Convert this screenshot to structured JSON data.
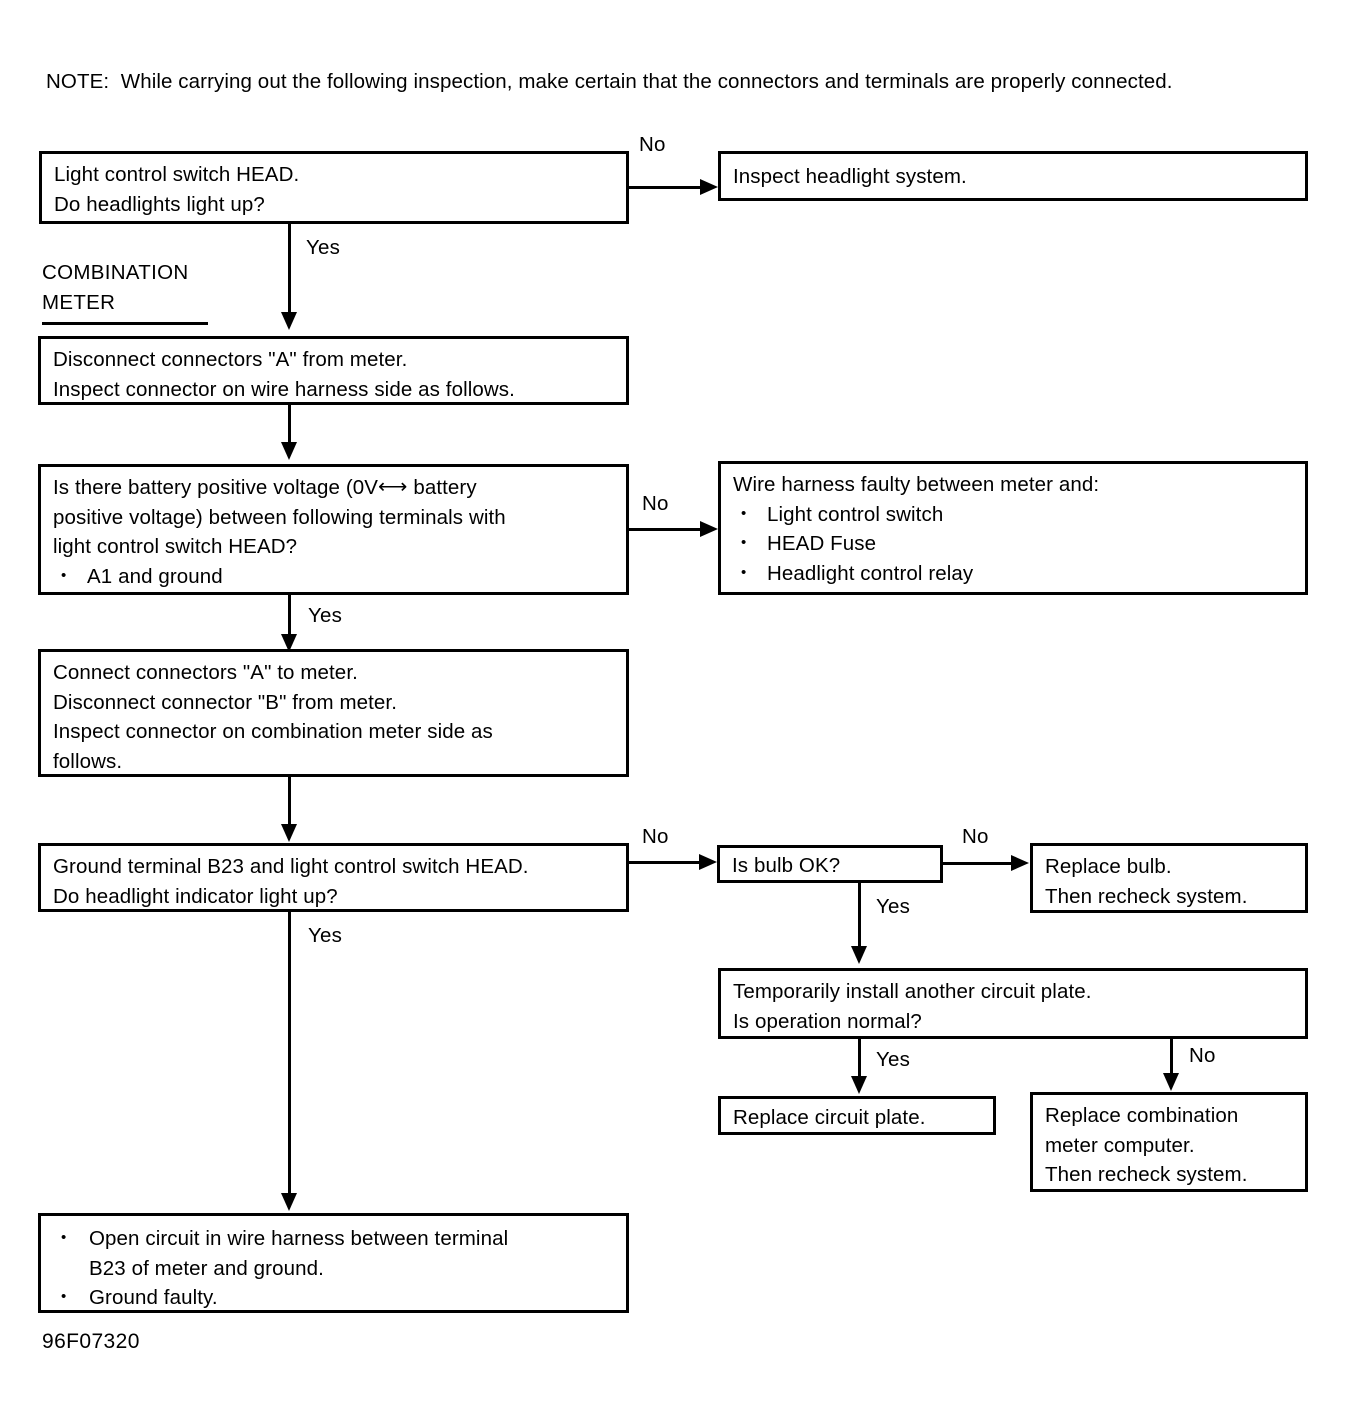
{
  "note": {
    "label": "NOTE:",
    "text": "While carrying out the following inspection, make certain that the connectors and terminals are properly connected."
  },
  "section_heading": {
    "line1": "COMBINATION",
    "line2": "METER"
  },
  "caption": "96F07320",
  "nodes": {
    "headlight_check": {
      "line1": "Light control switch HEAD.",
      "line2": "Do headlights light up?"
    },
    "inspect_headlight_system": {
      "line1": "Inspect headlight system."
    },
    "disconnect_a": {
      "line1": "Disconnect connectors \"A\" from meter.",
      "line2": "Inspect connector on wire harness side as follows."
    },
    "battery_voltage_check": {
      "line1": "Is there battery positive voltage (0V⟷ battery",
      "line1_pre": "Is there battery positive voltage (0V",
      "line1_arrow": "⟷",
      "line1_post": " battery",
      "line2": "positive voltage) between following terminals with",
      "line3": "light control switch HEAD?",
      "bullet1": "A1 and ground"
    },
    "wire_harness_faulty": {
      "title": "Wire harness faulty between meter and:",
      "bullets": [
        "Light control switch",
        "HEAD Fuse",
        "Headlight control relay"
      ]
    },
    "connect_a_disconnect_b": {
      "line1": "Connect connectors \"A\" to meter.",
      "line2": "Disconnect connector \"B\" from meter.",
      "line3": "Inspect connector on combination meter side as",
      "line4": "follows."
    },
    "ground_b23_check": {
      "line1": "Ground terminal B23 and light control switch HEAD.",
      "line2": "Do headlight indicator light up?"
    },
    "bulb_ok_check": {
      "line1": "Is bulb OK?"
    },
    "replace_bulb": {
      "line1": "Replace bulb.",
      "line2": "Then recheck system."
    },
    "circuit_plate_check": {
      "line1": "Temporarily install another circuit plate.",
      "line2": "Is operation normal?"
    },
    "replace_circuit_plate": {
      "line1": "Replace circuit plate."
    },
    "replace_meter_computer": {
      "line1": "Replace combination",
      "line2": "meter computer.",
      "line3": "Then recheck system."
    },
    "open_circuit_result": {
      "bullet1_line1": "Open circuit in wire harness between terminal",
      "bullet1_line2": "B23 of meter and ground.",
      "bullet2": "Ground faulty."
    }
  },
  "edges": {
    "headlight_no": "No",
    "headlight_yes": "Yes",
    "voltage_no": "No",
    "voltage_yes": "Yes",
    "ground_no": "No",
    "ground_yes": "Yes",
    "bulb_no": "No",
    "bulb_yes": "Yes",
    "plate_yes": "Yes",
    "plate_no": "No"
  },
  "colors": {
    "ink": "#000000",
    "paper": "#ffffff"
  }
}
